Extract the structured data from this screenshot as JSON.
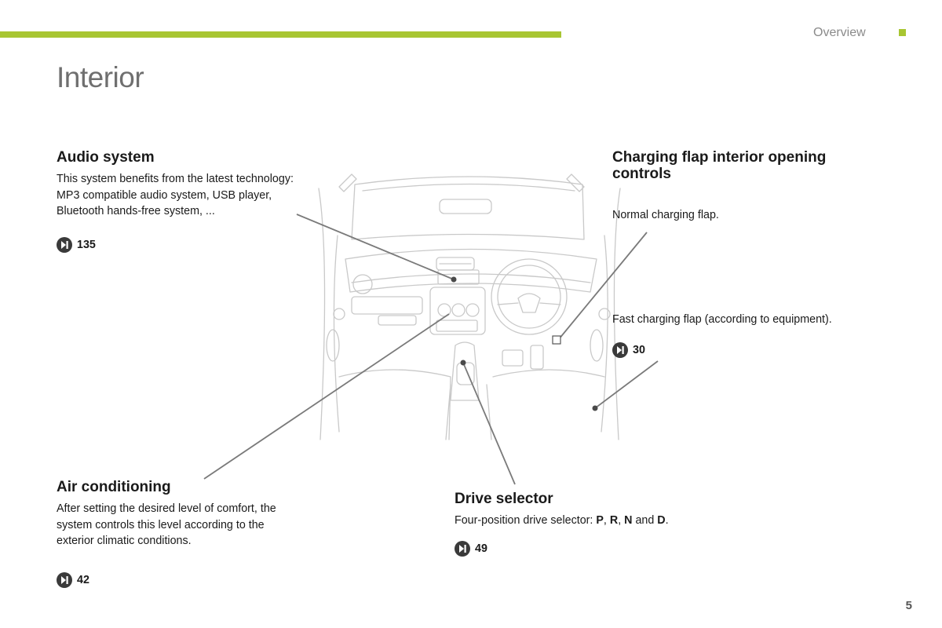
{
  "header": {
    "section": "Overview",
    "accent": "#a8c632"
  },
  "page_title": "Interior",
  "audio": {
    "title": "Audio system",
    "text": "This system benefits from the latest technology: MP3 compatible audio system, USB player, Bluetooth hands-free system, ...",
    "ref": "135"
  },
  "charging": {
    "title": "Charging flap interior opening controls",
    "normal": "Normal charging flap.",
    "fast": "Fast charging flap (according to equipment).",
    "ref": "30"
  },
  "aircon": {
    "title": "Air conditioning",
    "text": "After setting the desired level of comfort, the system controls this level according to the exterior climatic conditions.",
    "ref": "42"
  },
  "drive": {
    "title": "Drive selector",
    "text_prefix": "Four-position drive selector: ",
    "p": "P",
    "sep1": ", ",
    "r": "R",
    "sep2": ", ",
    "n": "N",
    "sep3": " and ",
    "d": "D",
    "end": ".",
    "ref": "49"
  },
  "icons": {
    "ref": "book-reference-icon"
  },
  "page_number": "5"
}
